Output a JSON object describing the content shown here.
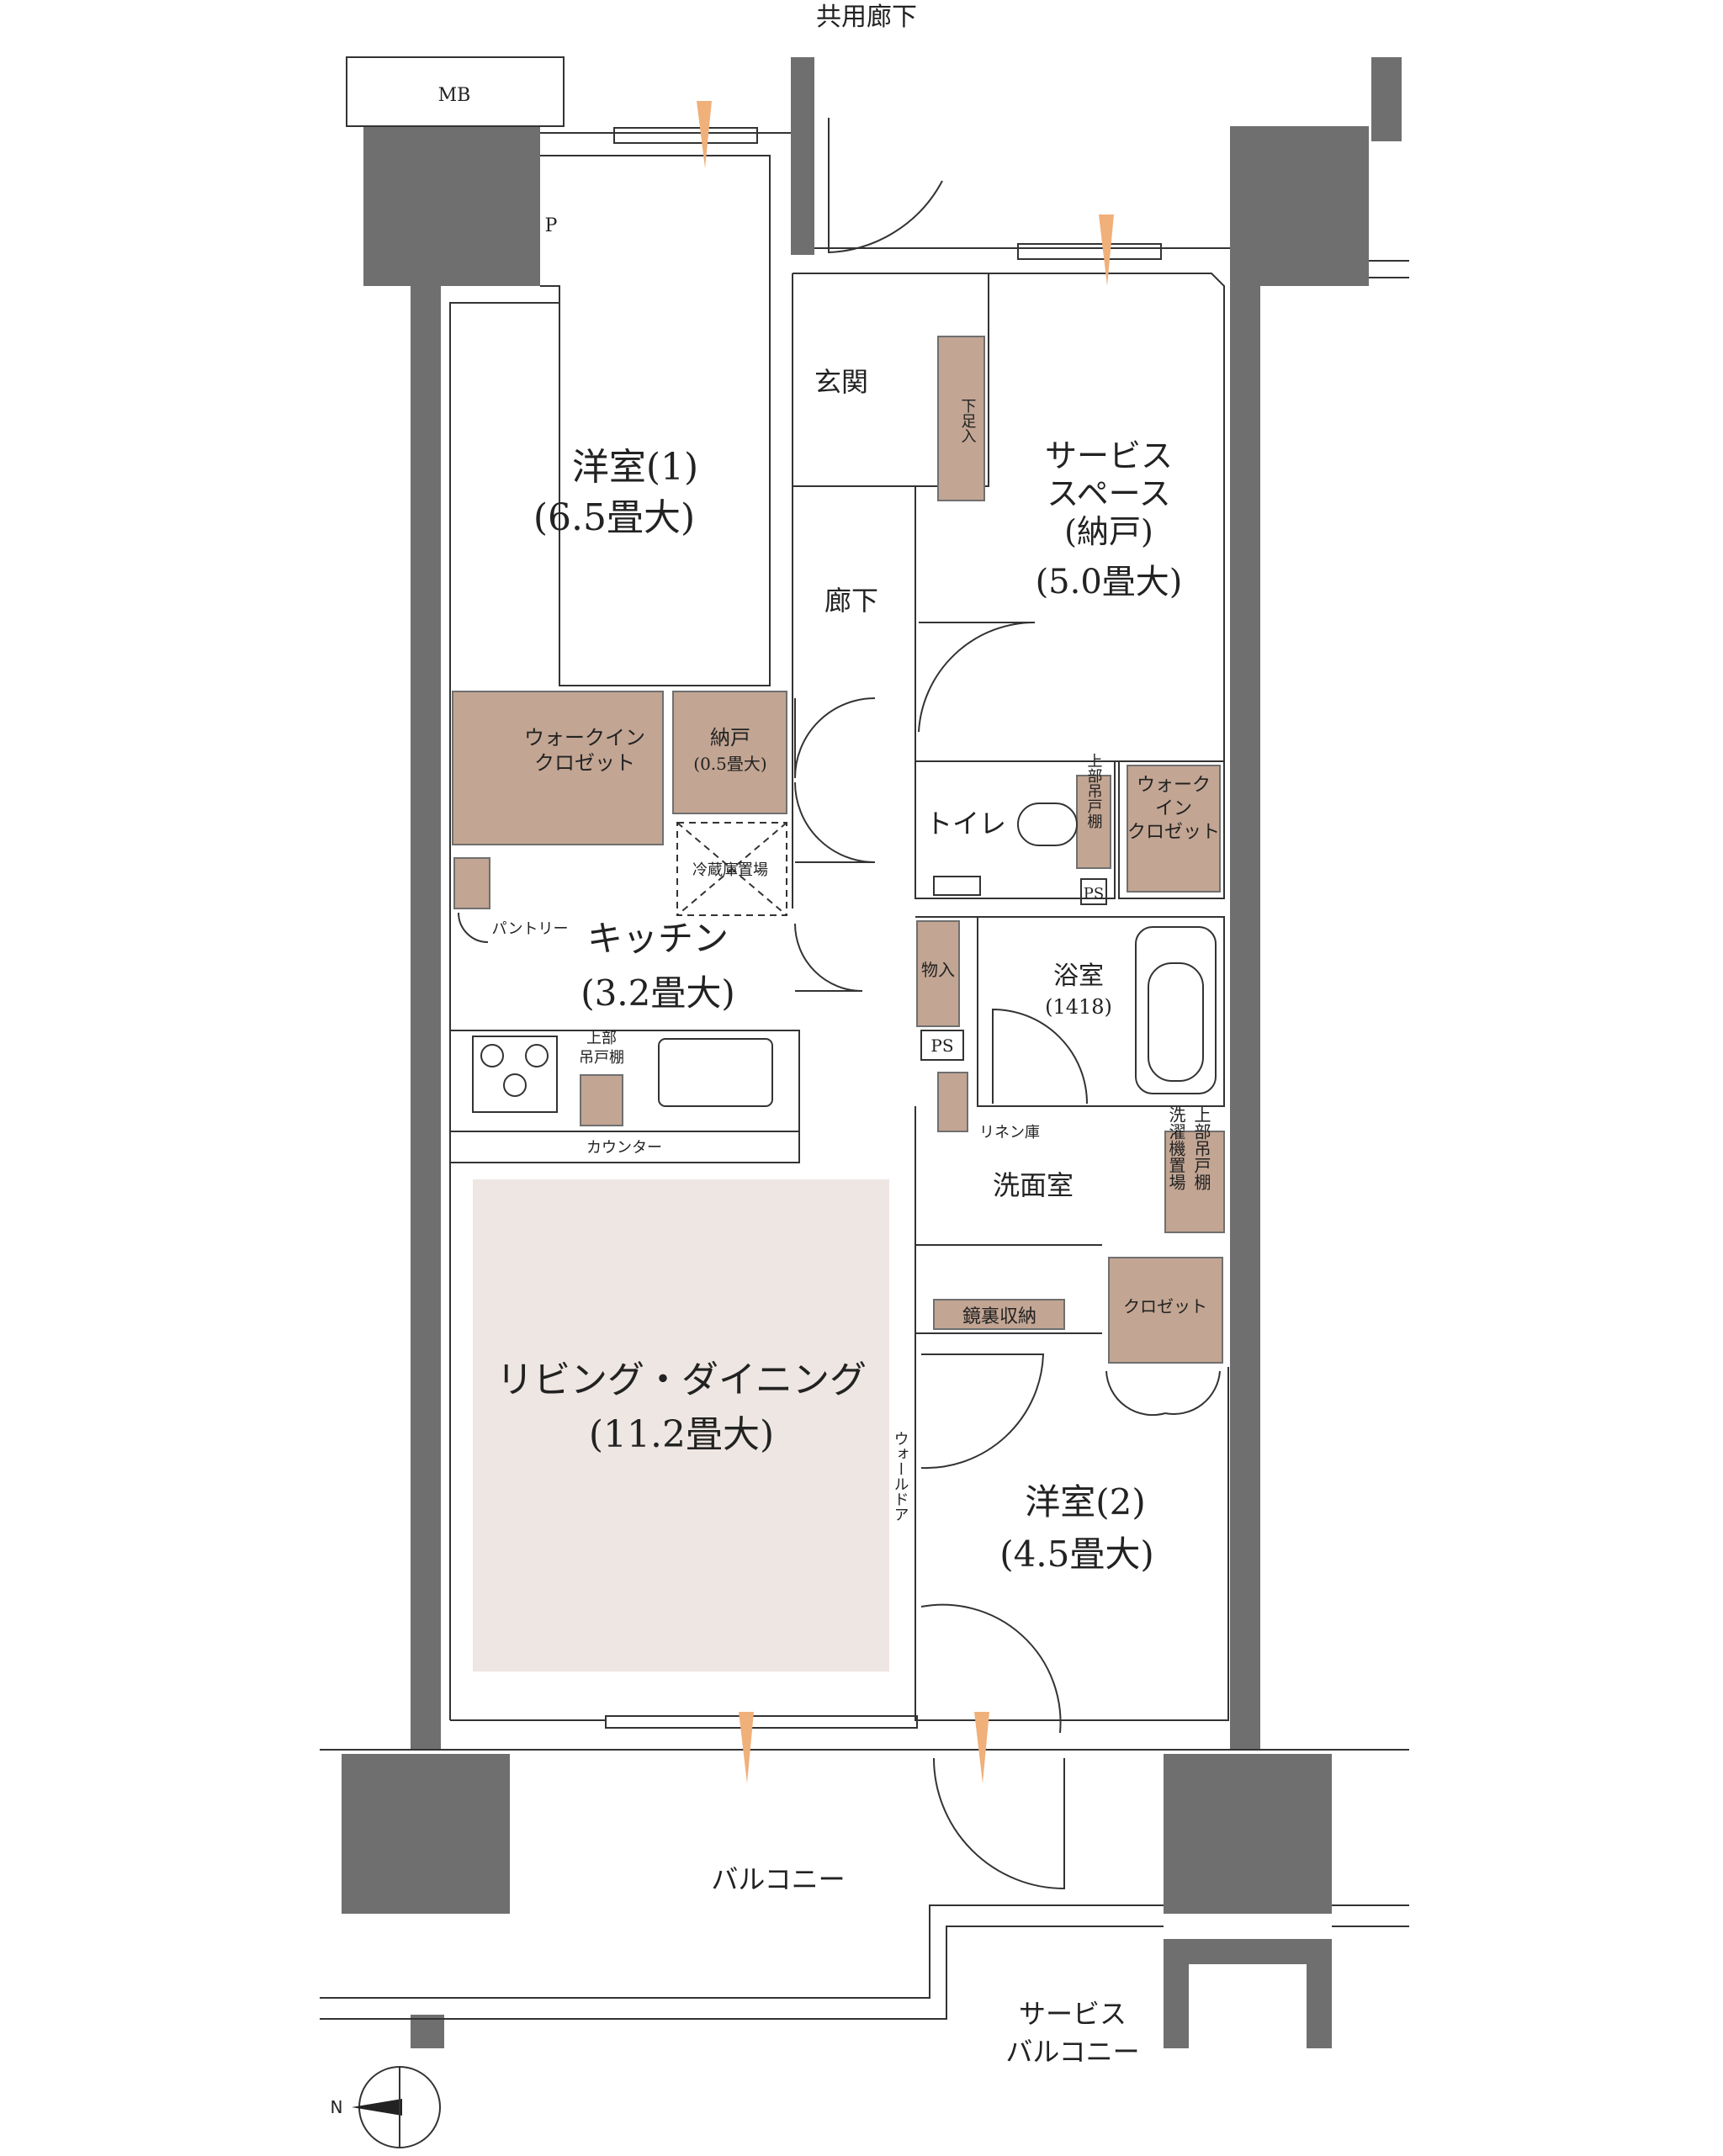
{
  "labels": {
    "common_corridor": "共用廊下",
    "mb": "MB",
    "p": "P",
    "room1_name": "洋室(1)",
    "room1_size": "(6.5畳大)",
    "entrance": "玄関",
    "shoe_storage": "下足入",
    "service_space_1": "サービス",
    "service_space_2": "スペース",
    "service_space_3": "(納戸)",
    "service_space_size": "(5.0畳大)",
    "hallway": "廊下",
    "wic1_line1": "ウォークイン",
    "wic1_line2": "クロゼット",
    "storage_name": "納戸",
    "storage_size": "(0.5畳大)",
    "toilet": "トイレ",
    "toilet_shelf": "上部吊戸棚",
    "wic2_line1": "ウォーク",
    "wic2_line2": "イン",
    "wic2_line3": "クロゼット",
    "ps": "PS",
    "fridge": "冷蔵庫置場",
    "pantry": "パントリー",
    "kitchen_name": "キッチン",
    "kitchen_size": "(3.2畳大)",
    "storage_in": "物入",
    "bath_name": "浴室",
    "bath_size": "(1418)",
    "upper_cabinet_1": "上部",
    "upper_cabinet_2": "吊戸棚",
    "linen": "リネン庫",
    "counter": "カウンター",
    "washroom": "洗面室",
    "washer_place": "洗濯機置場",
    "washer_shelf": "上部吊戸棚",
    "mirror_storage": "鏡裏収納",
    "closet": "クロゼット",
    "living_name": "リビング・ダイニング",
    "living_size": "(11.2畳大)",
    "wall_door": "ウォールドア",
    "room2_name": "洋室(2)",
    "room2_size": "(4.5畳大)",
    "balcony": "バルコニー",
    "service_balcony_1": "サービス",
    "service_balcony_2": "バルコニー",
    "north": "N"
  },
  "colors": {
    "wall": "#6f6f6f",
    "storage": "#c2a593",
    "living_floor": "#ede6e2",
    "vent_orange": "#f0b07a",
    "vent_blue": "#8fb6d9"
  }
}
